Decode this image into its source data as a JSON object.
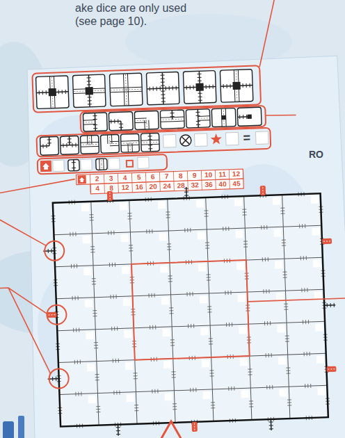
{
  "diagram": {
    "labels": [
      "ake dice are only used (see page 10).",
      "RO",
      "2",
      "3",
      "4",
      "5",
      "6",
      "7",
      "8",
      "9",
      "10",
      "11",
      "12",
      "4",
      "8",
      "12",
      "16",
      "20",
      "24",
      "28",
      "32",
      "36",
      "40",
      "45",
      "="
    ]
  }
}
